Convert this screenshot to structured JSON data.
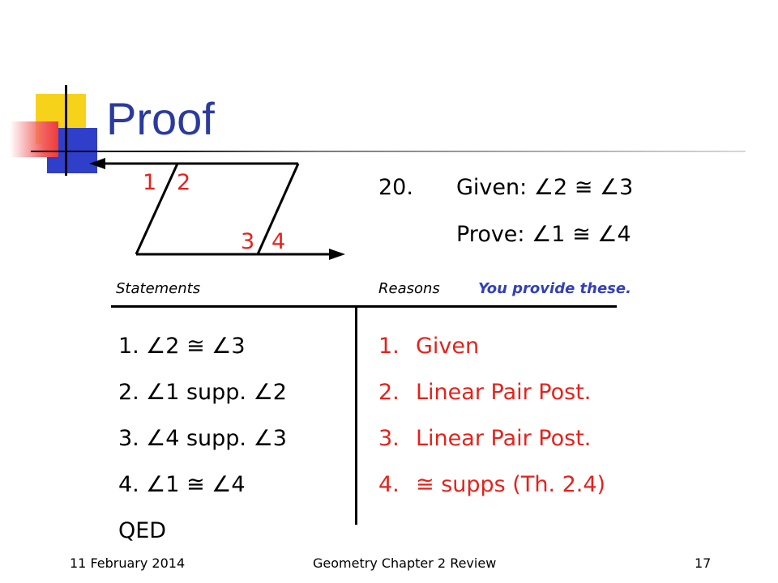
{
  "slide": {
    "title": "Proof"
  },
  "figure": {
    "angle_labels": [
      "1",
      "2",
      "3",
      "4"
    ]
  },
  "problem": {
    "number": "20.",
    "given": "Given: ∠2 ≅ ∠3",
    "prove": "Prove: ∠1 ≅ ∠4"
  },
  "table": {
    "statements_header": "Statements",
    "reasons_header": "Reasons",
    "reasons_note": "You provide these.",
    "statements": [
      {
        "num": "1.",
        "text": "∠2 ≅ ∠3"
      },
      {
        "num": "2.",
        "text": "∠1 supp. ∠2"
      },
      {
        "num": "3.",
        "text": "∠4 supp. ∠3"
      },
      {
        "num": "4.",
        "text": "∠1 ≅ ∠4"
      }
    ],
    "conclusion": "QED",
    "reasons": [
      {
        "num": "1.",
        "text": "Given"
      },
      {
        "num": "2.",
        "text": "Linear Pair Post."
      },
      {
        "num": "3.",
        "text": "Linear Pair Post."
      },
      {
        "num": "4.",
        "text": "≅ supps (Th. 2.4)"
      }
    ]
  },
  "footer": {
    "date": "11 February 2014",
    "course": "Geometry Chapter 2 Review",
    "page": "17"
  },
  "colors": {
    "title": "#2a3a9e",
    "answer_red": "#e3231c",
    "note_blue": "#3340b8"
  }
}
